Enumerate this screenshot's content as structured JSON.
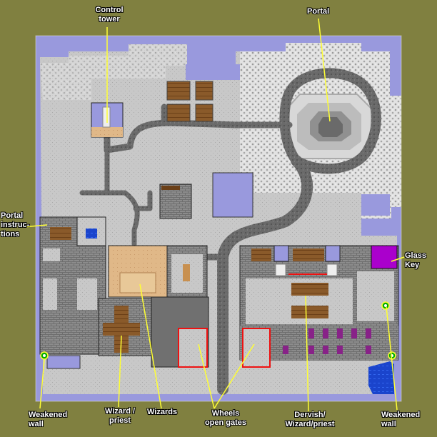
{
  "colors": {
    "background": "#808040",
    "void": "#9999dd",
    "floor": "#c8c8c8",
    "rubble": "#e4e4e4",
    "stone_wall": "#8c8c8c",
    "path": "#6a6a6a",
    "callout": "#ffff33",
    "gate_marker": "#ee1111",
    "wood": "#8a5a2a",
    "water": "#1a44cc",
    "glass_key": "#aa00cc",
    "weakened_marker": "#00aa00"
  },
  "labels": {
    "control_tower": "Control\ntower",
    "portal": "Portal",
    "portal_instructions": "Portal\ninstruc-\ntions",
    "glass_key": "Glass\nKey",
    "weakened_wall_left": "Weakened\nwall",
    "wizard_priest": "Wizard /\npriest",
    "wizards": "Wizards",
    "wheels": "Wheels\nopen gates",
    "dervish": "Dervish/\nWizard/priest",
    "weakened_wall_right": "Weakened\nwall"
  }
}
